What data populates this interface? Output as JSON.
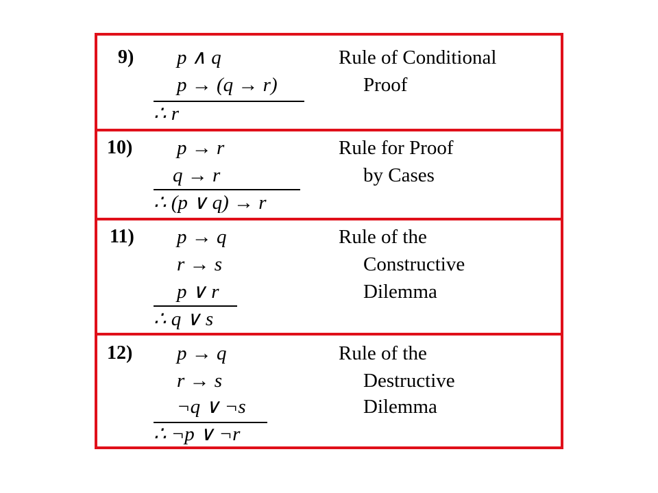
{
  "rules": [
    {
      "number": "9)",
      "premises": [
        "p ∧ q",
        "p → (q → r)"
      ],
      "conclusion": "∴ r",
      "name_lines": [
        "Rule of Conditional",
        "Proof"
      ]
    },
    {
      "number": "10)",
      "premises": [
        "p → r",
        "q → r"
      ],
      "conclusion": "∴ (p ∨ q) → r",
      "name_lines": [
        "Rule for Proof",
        "by Cases"
      ]
    },
    {
      "number": "11)",
      "premises": [
        "p → q",
        "r → s",
        "p ∨ r"
      ],
      "conclusion": "∴ q ∨ s",
      "name_lines": [
        "Rule of the",
        "Constructive",
        "Dilemma"
      ]
    },
    {
      "number": "12)",
      "premises": [
        "p → q",
        "r → s",
        "¬q ∨ ¬s"
      ],
      "conclusion": "∴ ¬p ∨ ¬r",
      "name_lines": [
        "Rule of the",
        "Destructive",
        "Dilemma"
      ]
    }
  ],
  "colors": {
    "border": "#e0101a",
    "text": "#000000",
    "background": "#ffffff"
  }
}
